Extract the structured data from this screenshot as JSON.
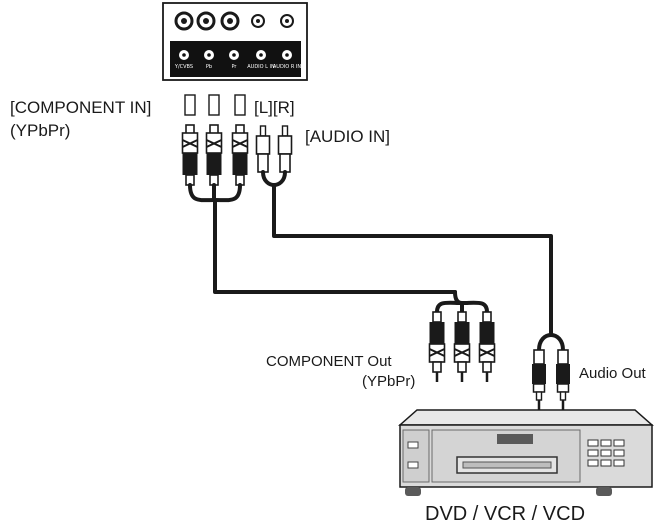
{
  "panel": {
    "jack_labels": [
      "Y/CVBS",
      "Pb",
      "Pr",
      "AUDIO L IN",
      "AUDIO R IN"
    ]
  },
  "labels": {
    "component_in": "[COMPONENT IN]",
    "component_in_sub": "(YPbPr)",
    "audio_lr": "[L][R]",
    "audio_in": "[AUDIO IN]",
    "component_out": "COMPONENT Out",
    "component_out_sub": "(YPbPr)",
    "audio_out": "Audio Out",
    "device": "DVD / VCR / VCD"
  },
  "icons": {
    "panel": "connector-panel-icon",
    "rca_plug": "rca-plug-icon",
    "player": "dvd-player-icon"
  },
  "colors": {
    "line": "#1a1a1a",
    "panel_bg": "#111111",
    "device_body": "#dadada",
    "device_dark": "#5a5a5a"
  }
}
